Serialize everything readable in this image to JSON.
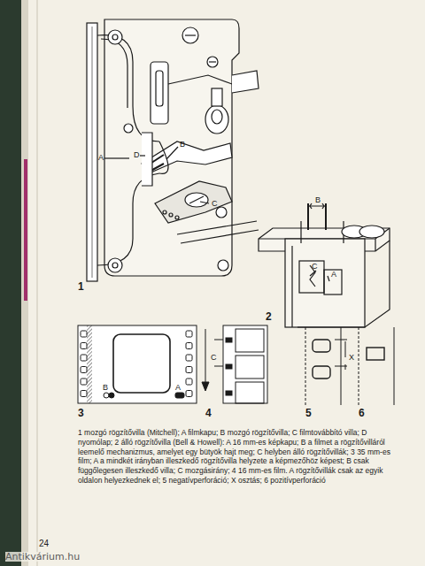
{
  "diagram": {
    "caption": "1 mozgó rögzítővilla (Mitchell); A filmkapu; B mozgó rögzítővilla; C filmtovábbító villa; D nyomólap; 2 álló rögzítővilla (Bell & Howell): A 16 mm-es képkapu; B a filmet a rögzítővilláról leemelő mechanizmus, amelyet egy bütyök hajt meg; C helyben álló rögzítővillák; 3 35 mm-es film; A a mindkét irányban illeszkedő rögzítővilla helyzete a képmezőhöz képest; B csak függőlegesen illeszkedő villa; C mozgásirány; 4 16 mm-es film. A rögzítővillák csak az egyik oldalon helyezkednek el; 5 negatívperforáció; X osztás; 6 pozitívperforáció",
    "labels": [
      "A",
      "B",
      "D",
      "C",
      "1",
      "B",
      "C",
      "A",
      "2",
      "C",
      "B",
      "A",
      "3",
      "4",
      "X",
      "5",
      "6",
      "24",
      "Antikvárium.hu"
    ]
  }
}
